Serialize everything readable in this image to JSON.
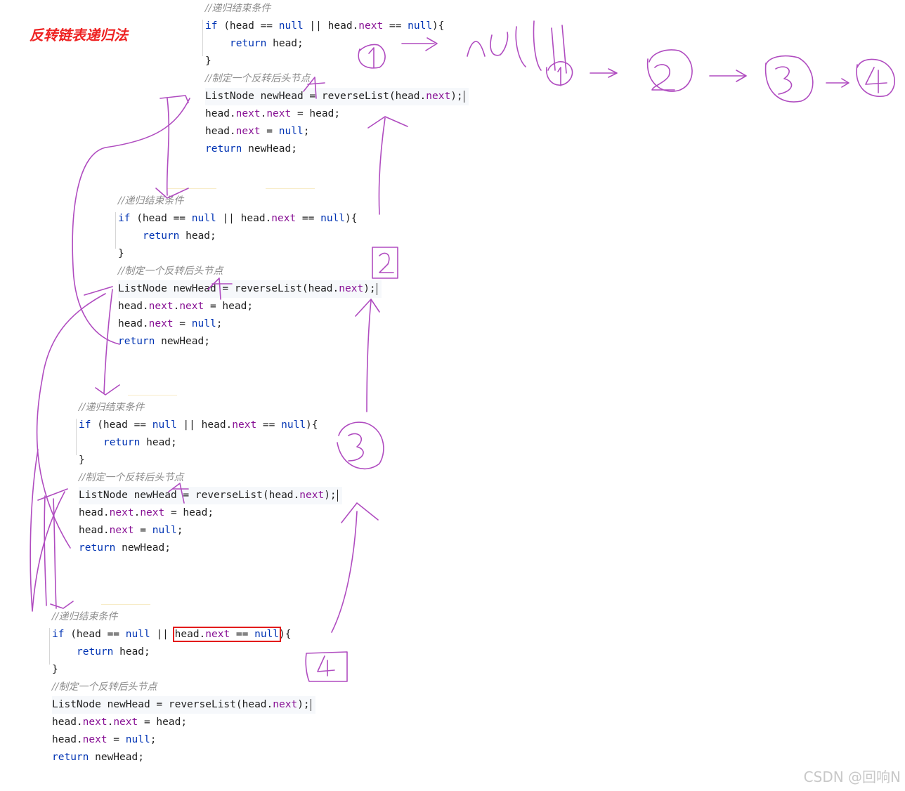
{
  "title": "反转链表递归法",
  "code": {
    "comment_end": "//递归结束条件",
    "kw_if": "if",
    "open_paren": " (head == ",
    "kw_null": "null",
    "or_head": " || head",
    "dot": ".",
    "fd_next": "next",
    "eq": " == ",
    "close_brace": "){",
    "kw_return": "return",
    "ret_head": " head;",
    "brace": "}",
    "comment_make": "//制定一个反转后头节点",
    "listnode_decl": "ListNode newHead = reverseList(head.",
    "listnode_end": ");",
    "head": "head",
    "assign_head": " = head;",
    "assign": " = ",
    "semi": ";",
    "ret_new": " newHead;"
  },
  "annotations": {
    "null_text": "null",
    "node_labels": [
      "1",
      "2",
      "3",
      "4"
    ],
    "arrow_text": "→"
  },
  "colors": {
    "ink": "#b04cc0",
    "title": "#ee2222",
    "keyword": "#0033b3",
    "field": "#871094",
    "comment": "#8c8c8c",
    "highlight_box": "#e31b1b"
  },
  "watermark": "CSDN @回响N"
}
